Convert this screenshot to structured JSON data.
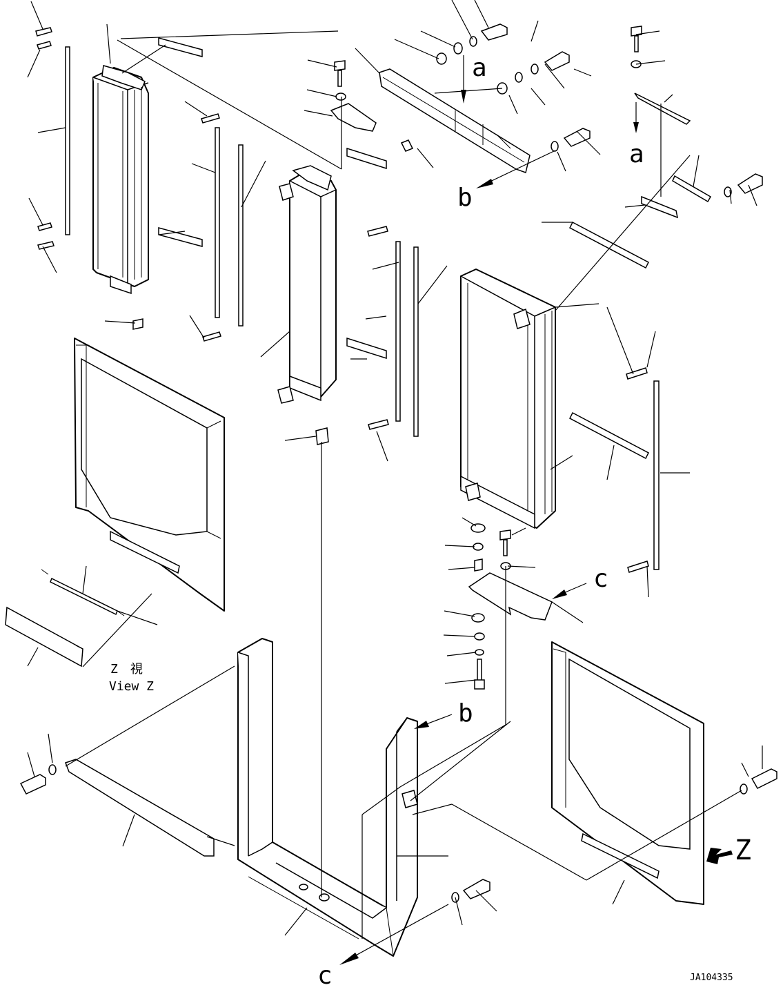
{
  "labels": {
    "ref_a_top": "a",
    "ref_a_right": "a",
    "ref_b_top": "b",
    "ref_b_bottom": "b",
    "ref_c_right": "c",
    "ref_c_bottom": "c",
    "view_z_jp": "Z　視",
    "view_z_en": "View Z",
    "z_arrow": "Z",
    "drawing_id": "JA104335"
  }
}
